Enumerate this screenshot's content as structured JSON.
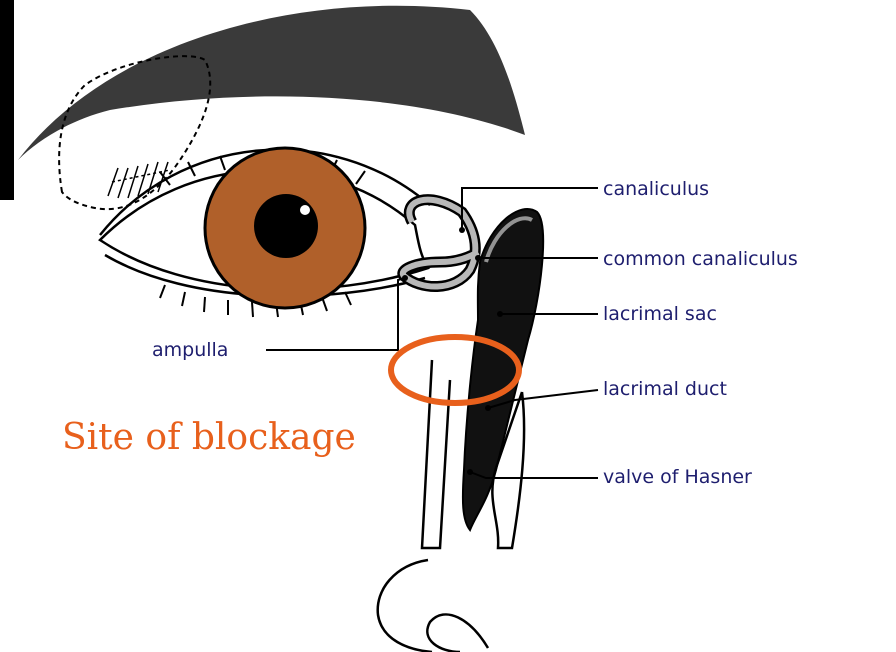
{
  "labels": {
    "canaliculus": "canaliculus",
    "common_canaliculus": "common canaliculus",
    "lacrimal_sac": "lacrimal sac",
    "lacrimal_duct": "lacrimal duct",
    "valve_of_hasner": "valve of Hasner",
    "ampulla": "ampulla"
  },
  "callout": {
    "text": "Site of blockage"
  },
  "colors": {
    "iris": "#b0602a",
    "highlight_ring": "#e8601c",
    "label_text": "#1e1e6e",
    "callout_text": "#e8601c",
    "brow": "#3a3a3a"
  }
}
